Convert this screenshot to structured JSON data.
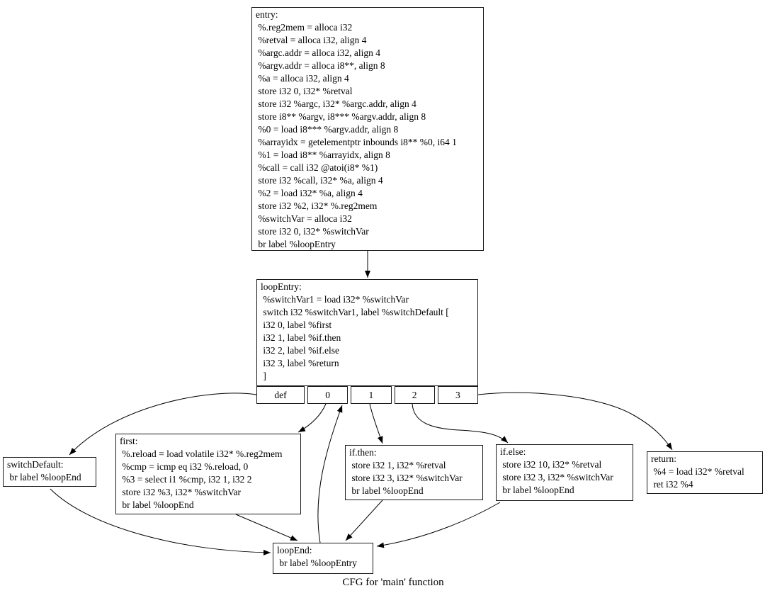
{
  "diagram": {
    "caption": "CFG for 'main' function",
    "background_color": "#ffffff",
    "node_fill_color": "#ffffff",
    "node_border_color": "#000000",
    "edge_color": "#000000"
  },
  "nodes": {
    "entry": {
      "label": "entry",
      "lines": [
        "entry:",
        " %.reg2mem = alloca i32",
        " %retval = alloca i32, align 4",
        " %argc.addr = alloca i32, align 4",
        " %argv.addr = alloca i8**, align 8",
        " %a = alloca i32, align 4",
        " store i32 0, i32* %retval",
        " store i32 %argc, i32* %argc.addr, align 4",
        " store i8** %argv, i8*** %argv.addr, align 8",
        " %0 = load i8*** %argv.addr, align 8",
        " %arrayidx = getelementptr inbounds i8** %0, i64 1",
        " %1 = load i8** %arrayidx, align 8",
        " %call = call i32 @atoi(i8* %1)",
        " store i32 %call, i32* %a, align 4",
        " %2 = load i32* %a, align 4",
        " store i32 %2, i32* %.reg2mem",
        " %switchVar = alloca i32",
        " store i32 0, i32* %switchVar",
        " br label %loopEntry"
      ]
    },
    "loopEntry": {
      "label": "loopEntry",
      "lines": [
        "loopEntry:",
        " %switchVar1 = load i32* %switchVar",
        " switch i32 %switchVar1, label %switchDefault [",
        " i32 0, label %first",
        " i32 1, label %if.then",
        " i32 2, label %if.else",
        " i32 3, label %return",
        " ]"
      ],
      "ports": [
        "def",
        "0",
        "1",
        "2",
        "3"
      ]
    },
    "switchDefault": {
      "label": "switchDefault",
      "lines": [
        "switchDefault:",
        " br label %loopEnd"
      ]
    },
    "first": {
      "label": "first",
      "lines": [
        "first:",
        " %.reload = load volatile i32* %.reg2mem",
        " %cmp = icmp eq i32 %.reload, 0",
        " %3 = select i1 %cmp, i32 1, i32 2",
        " store i32 %3, i32* %switchVar",
        " br label %loopEnd"
      ]
    },
    "ifThen": {
      "label": "if.then",
      "lines": [
        "if.then:",
        " store i32 1, i32* %retval",
        " store i32 3, i32* %switchVar",
        " br label %loopEnd"
      ]
    },
    "ifElse": {
      "label": "if.else",
      "lines": [
        "if.else:",
        " store i32 10, i32* %retval",
        " store i32 3, i32* %switchVar",
        " br label %loopEnd"
      ]
    },
    "return": {
      "label": "return",
      "lines": [
        "return:",
        " %4 = load i32* %retval",
        " ret i32 %4"
      ]
    },
    "loopEnd": {
      "label": "loopEnd",
      "lines": [
        "loopEnd:",
        " br label %loopEntry"
      ]
    }
  },
  "edges": [
    {
      "from": "entry",
      "to": "loopEntry"
    },
    {
      "from": "loopEntry",
      "port": "def",
      "to": "switchDefault"
    },
    {
      "from": "loopEntry",
      "port": "0",
      "to": "first"
    },
    {
      "from": "loopEntry",
      "port": "1",
      "to": "if.then"
    },
    {
      "from": "loopEntry",
      "port": "2",
      "to": "if.else"
    },
    {
      "from": "loopEntry",
      "port": "3",
      "to": "return"
    },
    {
      "from": "switchDefault",
      "to": "loopEnd"
    },
    {
      "from": "first",
      "to": "loopEnd"
    },
    {
      "from": "if.then",
      "to": "loopEnd"
    },
    {
      "from": "if.else",
      "to": "loopEnd"
    },
    {
      "from": "loopEnd",
      "to": "loopEntry"
    }
  ]
}
